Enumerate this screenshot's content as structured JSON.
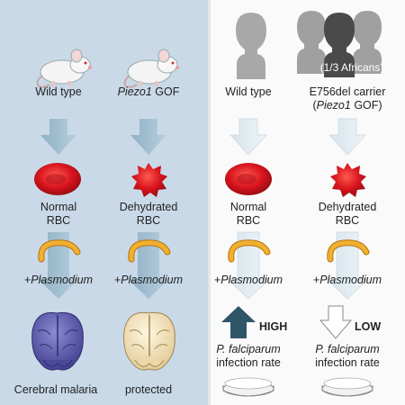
{
  "mouse_columns": {
    "wild_type_label": "Wild type",
    "gof_gene": "Piezo1",
    "gof_suffix": " GOF"
  },
  "human_columns": {
    "wild_type_label": "Wild type",
    "carrier_line1": "E756del carrier",
    "carrier_open_paren": "(",
    "carrier_gene": "Piezo1",
    "carrier_suffix": " GOF)",
    "population_note": "(1/3 Africans)"
  },
  "rbc": {
    "normal_line1": "Normal",
    "normal_line2": "RBC",
    "dehydrated_line1": "Dehydrated",
    "dehydrated_line2": "RBC"
  },
  "infection": {
    "prefix": "+",
    "agent": "Plasmodium"
  },
  "mouse_outcomes": {
    "wild_type": "Cerebral malaria",
    "gof": "protected"
  },
  "human_outcomes": {
    "high_label": "HIGH",
    "low_label": "LOW",
    "species": "P. falciparum",
    "rate_text": "infection rate"
  },
  "colors": {
    "left_panel_bg": "#c9d9e8",
    "rbc_red": "#d8141e",
    "brain_purple": "#5a58a8",
    "brain_cream": "#f3e3bf",
    "parasite_orange": "#e9a21c",
    "high_arrow": "#2f5668"
  }
}
